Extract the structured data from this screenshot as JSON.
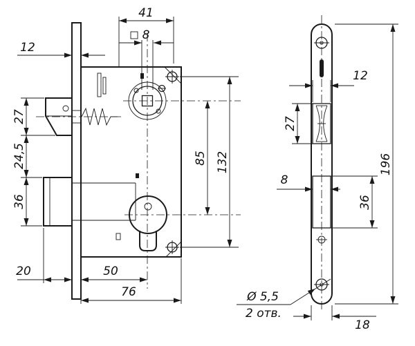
{
  "colors": {
    "line": "#1a1a1a",
    "background": "#ffffff"
  },
  "left_view": {
    "dims": {
      "top_width": "41",
      "square": "8",
      "front_offset": "12",
      "latch_height": "27",
      "latch_to_bolt": "24,5",
      "bolt_height": "36",
      "bolt_throw": "20",
      "backset": "50",
      "case_depth": "76",
      "axis_distance": "85",
      "screw_distance": "132"
    }
  },
  "right_view": {
    "dims": {
      "cutout_width": "12",
      "latch_cutout_height": "27",
      "waist_width": "8",
      "bolt_cutout_height": "36",
      "plate_length": "196",
      "hole_diameter": "Ø 5,5",
      "hole_count": "2 отв.",
      "plate_width": "18"
    }
  }
}
